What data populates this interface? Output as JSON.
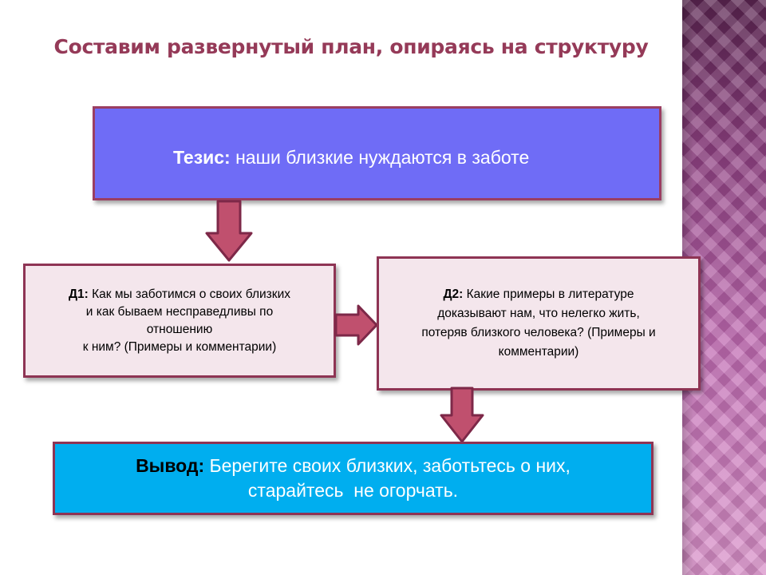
{
  "title": "Составим развернутый план, опираясь на структуру",
  "thesis": {
    "label": "Тезис:",
    "text": "наши близкие нуждаются в заботе"
  },
  "d1": {
    "label": "Д1:",
    "line1": "Как мы заботимся о своих близких",
    "line2": "и как бываем несправедливы по",
    "line3": "отношению",
    "line4": "к ним? (Примеры и комментарии)"
  },
  "d2": {
    "label": "Д2:",
    "line1": "Какие примеры в литературе",
    "line2": "доказывают нам, что нелегко жить,",
    "line3": "потеряв близкого человека? (Примеры и",
    "line4": "комментарии)"
  },
  "conclusion": {
    "label": "Вывод:",
    "text_line1": "Берегите своих близких, заботьтесь о них,",
    "text_line2": "старайтесь  не огорчать."
  },
  "colors": {
    "title": "#953a58",
    "thesis_fill": "#6f6cf6",
    "argument_fill": "#f4e6ec",
    "conclusion_fill": "#00aeef",
    "border": "#8e3454",
    "arrow_fill": "#c0506e",
    "side_stripe": "#b45fa6"
  }
}
